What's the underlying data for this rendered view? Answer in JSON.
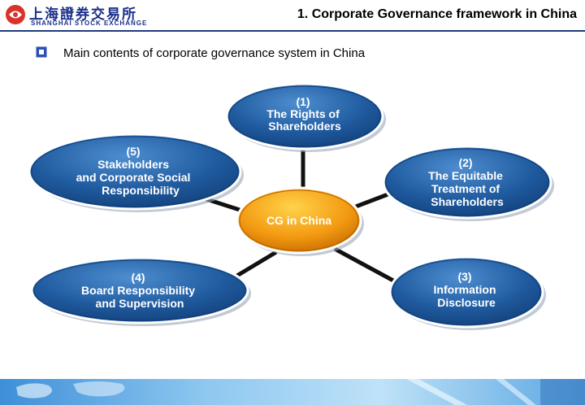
{
  "header": {
    "logo_cn": "上海證券交易所",
    "logo_en": "SHANGHAI  STOCK  EXCHANGE",
    "title": "1. Corporate Governance framework in China"
  },
  "subtitle": "Main contents of corporate governance system in China",
  "diagram": {
    "center": {
      "label": "CG in China"
    },
    "nodes": [
      {
        "id": "rights",
        "lines": [
          "(1)",
          "The Rights of",
          "Shareholders"
        ]
      },
      {
        "id": "equitable",
        "lines": [
          "(2)",
          "The Equitable",
          "Treatment of",
          "Shareholders"
        ]
      },
      {
        "id": "disclosure",
        "lines": [
          "(3)",
          "Information",
          "Disclosure"
        ]
      },
      {
        "id": "board",
        "lines": [
          "(4)",
          "Board Responsibility",
          "and Supervision"
        ]
      },
      {
        "id": "stakeholders",
        "lines": [
          "(5)",
          "Stakeholders",
          "and Corporate Social",
          "Responsibility"
        ]
      }
    ]
  },
  "colors": {
    "node_fill": "#1f5a9e",
    "node_edge": "#0f3f7a",
    "center_fill": "#f39a12",
    "connector": "#111111",
    "title_rule": "#1f3a7a"
  }
}
